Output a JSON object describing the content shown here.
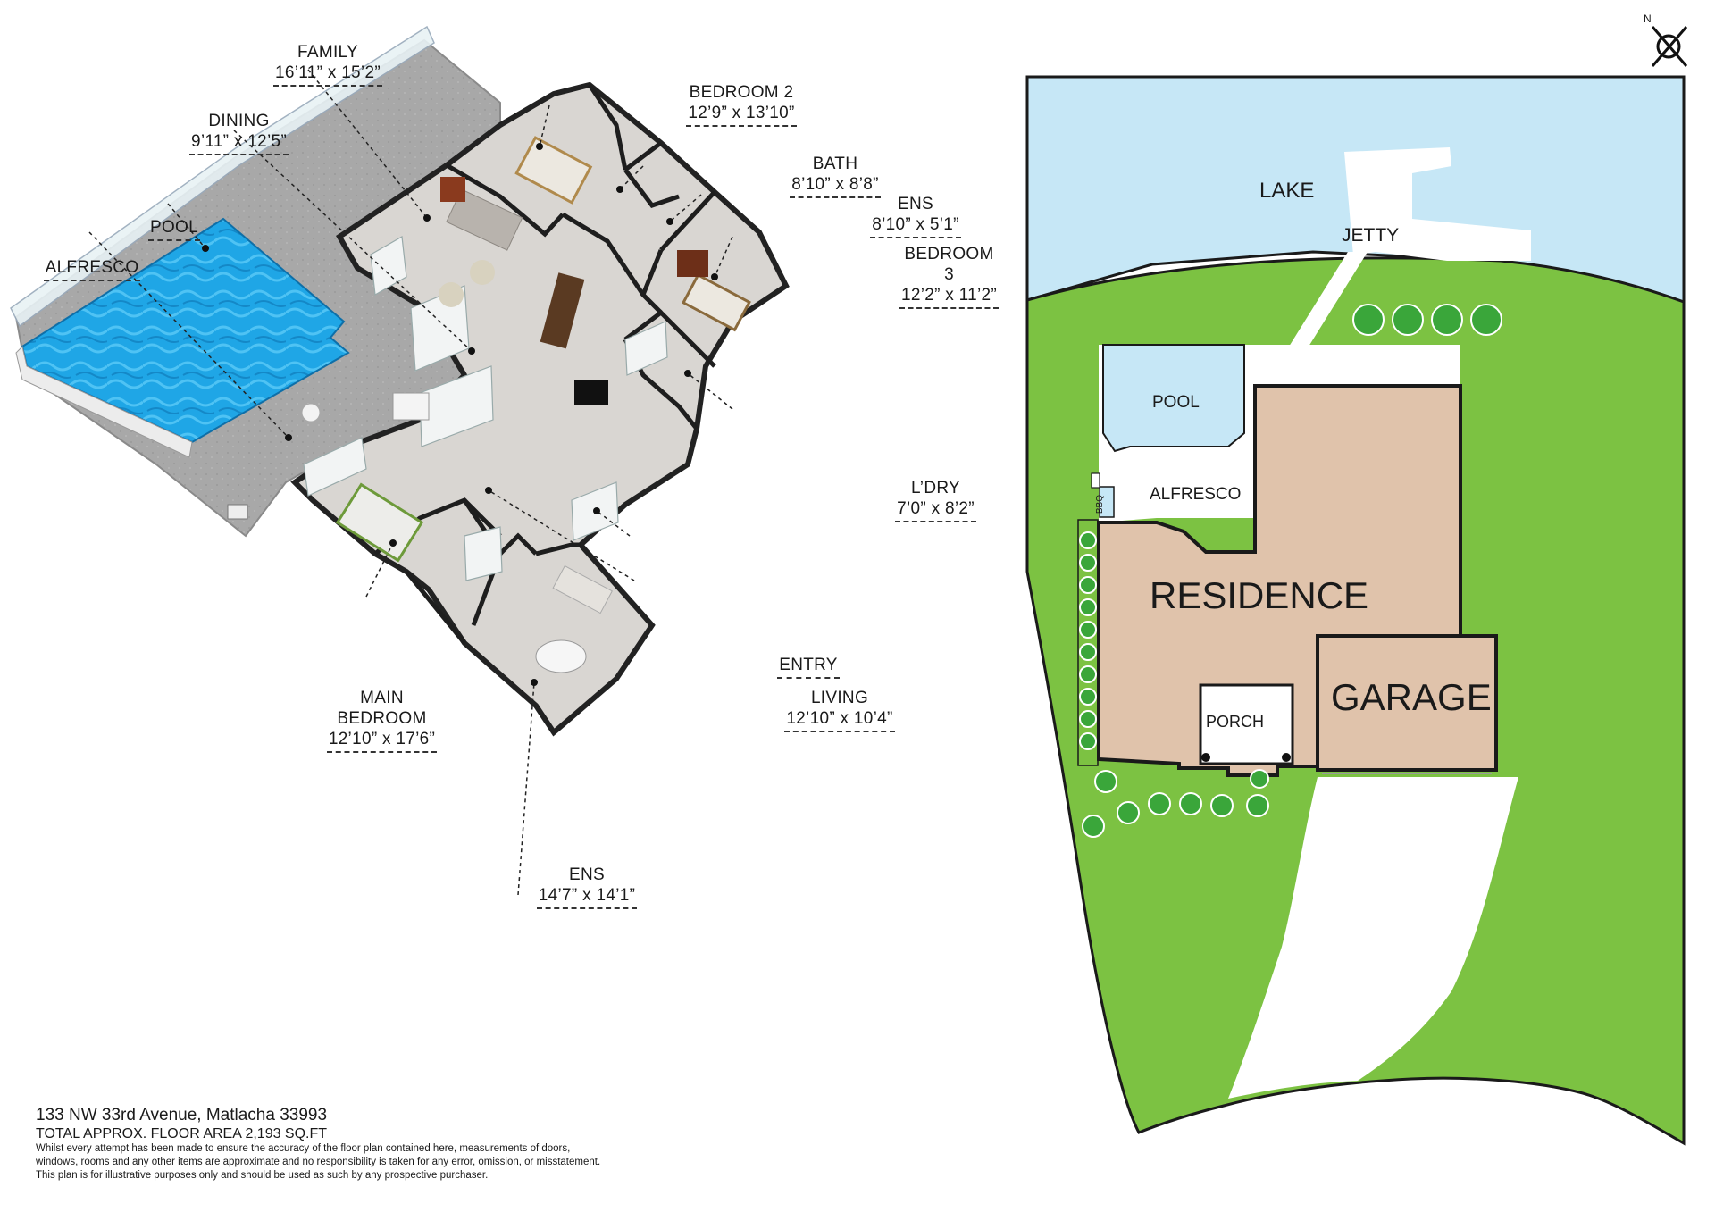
{
  "floorplan": {
    "rooms": [
      {
        "id": "family",
        "name": "FAMILY",
        "dims": "16’11” x 15’2”"
      },
      {
        "id": "dining",
        "name": "DINING",
        "dims": "9’11” x 12’5”"
      },
      {
        "id": "pool",
        "name": "POOL",
        "dims": ""
      },
      {
        "id": "alfresco",
        "name": "ALFRESCO",
        "dims": ""
      },
      {
        "id": "bedroom2",
        "name": "BEDROOM 2",
        "dims": "12’9” x 13’10”"
      },
      {
        "id": "bath",
        "name": "BATH",
        "dims": "8’10” x 8’8”"
      },
      {
        "id": "ens1",
        "name": "ENS",
        "dims": "8’10” x 5’1”"
      },
      {
        "id": "bedroom3",
        "name": "BEDROOM 3",
        "dims": "12’2” x 11’2”"
      },
      {
        "id": "ldry",
        "name": "L’DRY",
        "dims": "7’0” x 8’2”"
      },
      {
        "id": "entry",
        "name": "ENTRY",
        "dims": ""
      },
      {
        "id": "living",
        "name": "LIVING",
        "dims": "12’10” x 10’4”"
      },
      {
        "id": "main",
        "name": "MAIN",
        "name2": "BEDROOM",
        "dims": "12’10” x 17’6”"
      },
      {
        "id": "ens2",
        "name": "ENS",
        "dims": "14’7” x 14’1”"
      }
    ]
  },
  "site": {
    "lake": "LAKE",
    "jetty": "JETTY",
    "pool": "POOL",
    "bbq": "BBQ",
    "alfresco": "ALFRESCO",
    "residence": "RESIDENCE",
    "garage": "GARAGE",
    "porch": "PORCH",
    "north": "N"
  },
  "colors": {
    "water": "#c6e7f6",
    "lawn": "#7cc242",
    "residence": "#e0c3ab",
    "pool3d": "#22a8e8",
    "paving": "#a9a9a9",
    "floor": "#d9d6d2"
  },
  "footer": {
    "address": "133 NW 33rd Avenue, Matlacha 33993",
    "area": "TOTAL APPROX. FLOOR AREA 2,193 SQ.FT",
    "disclaimer1": "Whilst every attempt has been made to ensure the accuracy of the floor plan contained here, measurements of doors,",
    "disclaimer2": "windows, rooms and any other items are approximate and no responsibility is taken for any error, omission, or misstatement.",
    "disclaimer3": "This plan is for illustrative purposes only and should be used as such by any prospective purchaser."
  }
}
